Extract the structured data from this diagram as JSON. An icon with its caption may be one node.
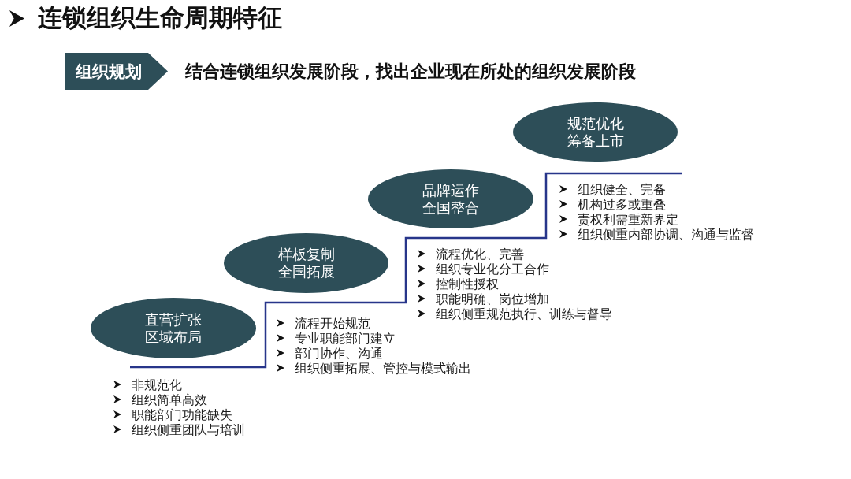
{
  "diagram": {
    "title": "连锁组织生命周期特征",
    "nodes": [
      {
        "text": [
          "组织规划"
        ]
      },
      {
        "text": [
          "直营扩张区域布局"
        ],
        "beside": [
          "非规范化",
          "组织简单高效",
          "职能部门功能缺失",
          "组织侧重团队与培训"
        ]
      },
      {
        "text": [
          "样板复制全国拓展"
        ],
        "beside": [
          "流程开始规范",
          "专业职能部门建立",
          "部门协作、沟通",
          "组织侧重拓展、管控与模式输出"
        ]
      },
      {
        "text": [
          "品牌运作全国整合"
        ],
        "beside": [
          "流程优化、完善",
          "组织专业化分工合作",
          "控制性授权",
          "职能明确、岗位增加",
          "组织侧重规范执行、训练与督导"
        ]
      },
      {
        "text": [
          "规范优化筹备上市"
        ],
        "beside": [
          "组织健全、完备",
          "机构过多或重叠",
          "责权利需重新界定",
          "组织侧重内部协调、沟通与监督"
        ]
      }
    ],
    "labels": [
      "结合连锁组织发展阶段，找出企业现在所处的组织发展阶段"
    ]
  }
}
